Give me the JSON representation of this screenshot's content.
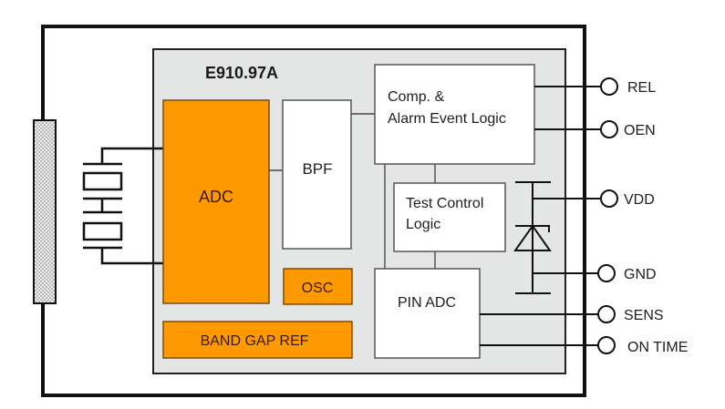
{
  "diagram": {
    "chip_name": "E910.97A",
    "colors": {
      "orange_block": "#FF9900",
      "orange_border": "#8a4a00",
      "chip_background": "#e3e6e5",
      "white_block": "#ffffff",
      "wire": "#111111",
      "block_border": "#555555"
    },
    "blocks": {
      "adc": {
        "label": "ADC",
        "style": "orange"
      },
      "bpf": {
        "label": "BPF",
        "style": "white"
      },
      "osc": {
        "label": "OSC",
        "style": "orange"
      },
      "band_gap": {
        "label": "BAND GAP REF",
        "style": "orange"
      },
      "comp": {
        "label_line1": "Comp. &",
        "label_line2": "Alarm Event Logic",
        "style": "white"
      },
      "test_control": {
        "label_line1": "Test Control",
        "label_line2": "Logic",
        "style": "white"
      },
      "pin_adc": {
        "label": "PIN ADC",
        "style": "white"
      }
    },
    "pins": [
      {
        "name": "REL"
      },
      {
        "name": "OEN"
      },
      {
        "name": "VDD"
      },
      {
        "name": "GND"
      },
      {
        "name": "SENS"
      },
      {
        "name": "ON TIME"
      }
    ],
    "external_components": {
      "sensor_window": "pyroelectric-sensor-element",
      "crystal": "dual-element-pyro-sensor",
      "protection": "zener-diode"
    }
  }
}
